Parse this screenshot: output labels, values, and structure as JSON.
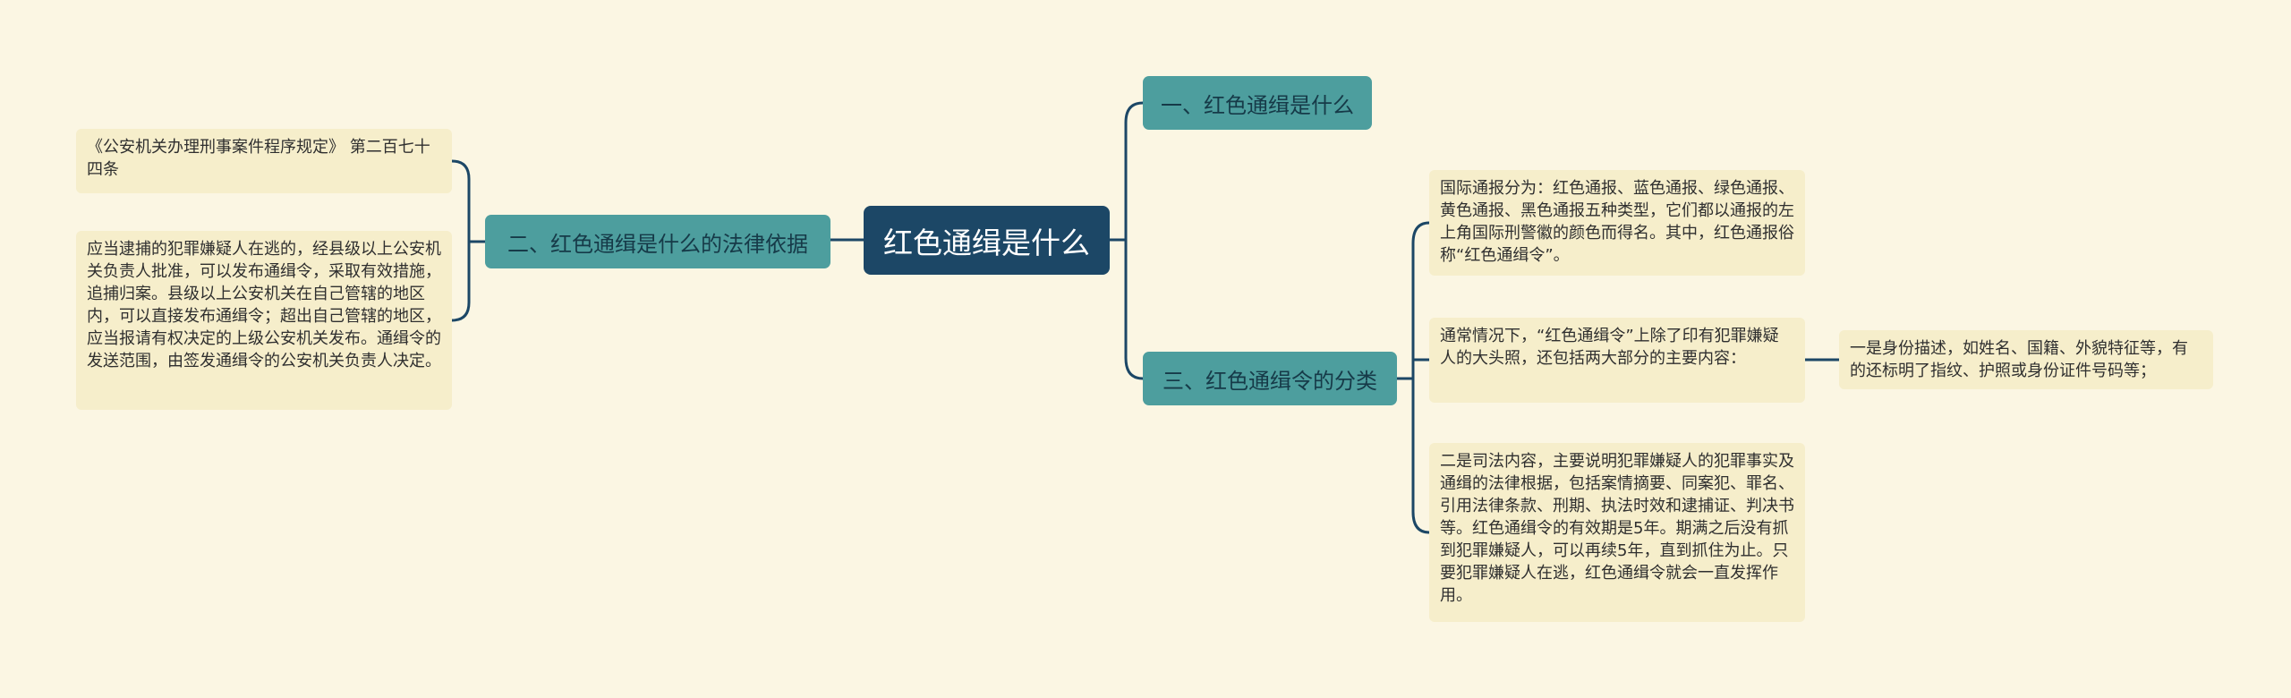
{
  "root": "红色通缉是什么",
  "branches": {
    "b1": "一、红色通缉是什么",
    "b2": "二、红色通缉是什么的法律依据",
    "b3": "三、红色通缉令的分类"
  },
  "leaves": {
    "l1": "《公安机关办理刑事案件程序规定》 第二百七十四条",
    "l2": "应当逮捕的犯罪嫌疑人在逃的，经县级以上公安机关负责人批准，可以发布通缉令，采取有效措施，追捕归案。县级以上公安机关在自己管辖的地区内，可以直接发布通缉令；超出自己管辖的地区，应当报请有权决定的上级公安机关发布。通缉令的发送范围，由签发通缉令的公安机关负责人决定。",
    "l3": "国际通报分为：红色通报、蓝色通报、绿色通报、黄色通报、黑色通报五种类型，它们都以通报的左上角国际刑警徽的颜色而得名。其中，红色通报俗称“红色通缉令”。",
    "l4": "通常情况下，“红色通缉令”上除了印有犯罪嫌疑人的大头照，还包括两大部分的主要内容：",
    "l5": "一是身份描述，如姓名、国籍、外貌特征等，有的还标明了指纹、护照或身份证件号码等；",
    "l6": "二是司法内容，主要说明犯罪嫌疑人的犯罪事实及通缉的法律根据，包括案情摘要、同案犯、罪名、引用法律条款、刑期、执法时效和逮捕证、判决书等。红色通缉令的有效期是5年。期满之后没有抓到犯罪嫌疑人，可以再续5年，直到抓住为止。只要犯罪嫌疑人在逃，红色通缉令就会一直发挥作用。"
  },
  "colors": {
    "background": "#fbf6e3",
    "root": "#1c4766",
    "branch": "#4d9e9e",
    "leaf": "#f6eecb",
    "connector": "#1c4766"
  }
}
